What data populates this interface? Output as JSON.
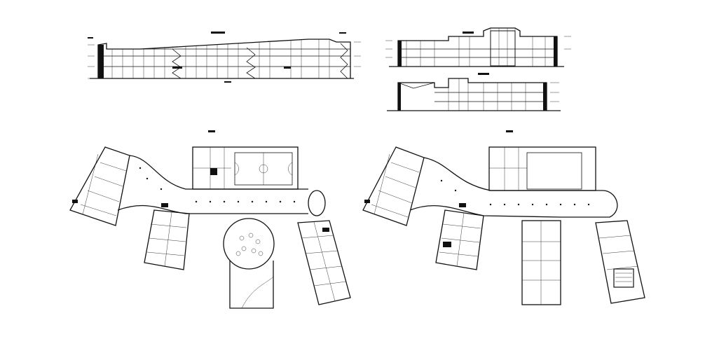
{
  "sheet": {
    "background": "#ffffff",
    "line_color": "#111111"
  },
  "drawings": [
    {
      "id": "section-long",
      "kind": "section",
      "title_text": ""
    },
    {
      "id": "elevation-upper-right",
      "kind": "elevation",
      "title_text": ""
    },
    {
      "id": "section-lower-right",
      "kind": "section",
      "title_text": ""
    },
    {
      "id": "plan-ground-floor",
      "kind": "floor-plan",
      "title_text": ""
    },
    {
      "id": "plan-upper-floor",
      "kind": "floor-plan",
      "title_text": ""
    }
  ]
}
